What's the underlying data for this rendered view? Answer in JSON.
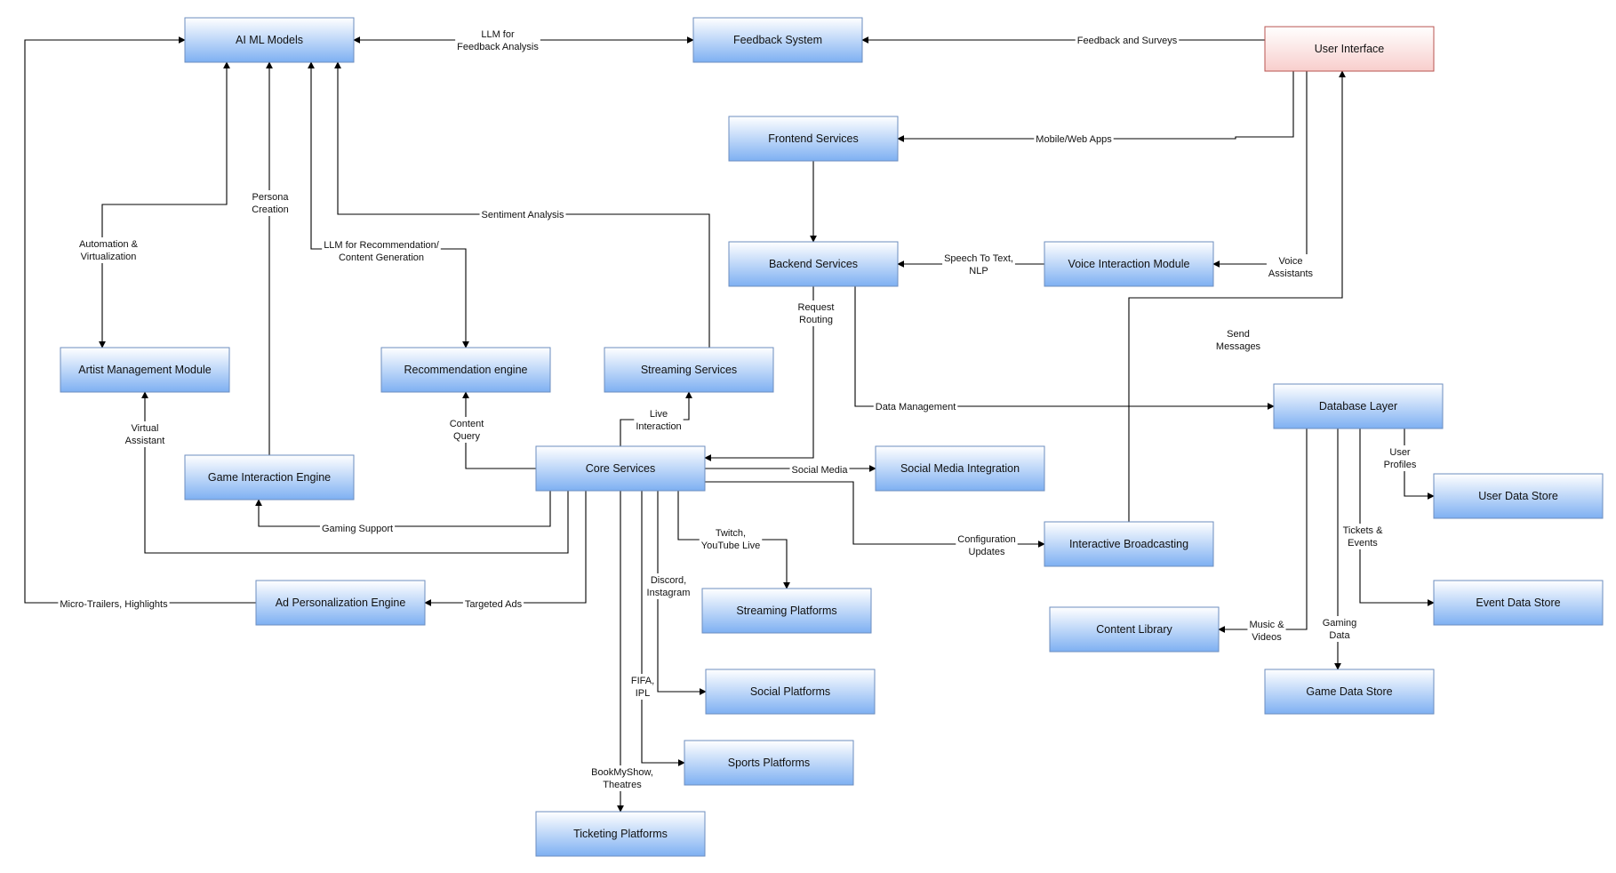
{
  "colors": {
    "node_top": "#ffffff",
    "node_bottom": "#7eb0f2",
    "node_stroke": "#6c8ebf",
    "highlight_top": "#ffffff",
    "highlight_bottom": "#f8cecc",
    "highlight_stroke": "#b85450",
    "edge": "#000000"
  },
  "nodes": {
    "ai_ml_models": "AI ML Models",
    "feedback_system": "Feedback System",
    "user_interface": "User Interface",
    "frontend_services": "Frontend Services",
    "backend_services": "Backend Services",
    "voice_interaction_module": "Voice Interaction Module",
    "artist_management_module": "Artist Management Module",
    "recommendation_engine": "Recommendation engine",
    "streaming_services": "Streaming Services",
    "database_layer": "Database Layer",
    "game_interaction_engine": "Game Interaction Engine",
    "core_services": "Core Services",
    "social_media_integration": "Social Media Integration",
    "user_data_store": "User Data Store",
    "interactive_broadcasting": "Interactive Broadcasting",
    "ad_personalization_engine": "Ad Personalization Engine",
    "streaming_platforms": "Streaming Platforms",
    "event_data_store": "Event Data Store",
    "content_library": "Content Library",
    "social_platforms": "Social Platforms",
    "game_data_store": "Game Data Store",
    "sports_platforms": "Sports Platforms",
    "ticketing_platforms": "Ticketing Platforms"
  },
  "edge_labels": {
    "llm_feedback": [
      "LLM for",
      "Feedback Analysis"
    ],
    "feedback_surveys": [
      "Feedback and Surveys"
    ],
    "mobile_web_apps": [
      "Mobile/Web Apps"
    ],
    "persona_creation": [
      "Persona",
      "Creation"
    ],
    "sentiment_analysis": [
      "Sentiment Analysis"
    ],
    "automation_virtualization": [
      "Automation &",
      "Virtualization"
    ],
    "llm_recommendation": [
      "LLM for Recommendation/",
      "Content Generation"
    ],
    "speech_to_text": [
      "Speech To Text,",
      "NLP"
    ],
    "voice_assistants": [
      "Voice",
      "Assistants"
    ],
    "request_routing": [
      "Request",
      "Routing"
    ],
    "send_messages": [
      "Send",
      "Messages"
    ],
    "data_management": [
      "Data Management"
    ],
    "virtual_assistant": [
      "Virtual",
      "Assistant"
    ],
    "content_query": [
      "Content",
      "Query"
    ],
    "live_interaction": [
      "Live",
      "Interaction"
    ],
    "user_profiles": [
      "User",
      "Profiles"
    ],
    "social_media": [
      "Social Media"
    ],
    "gaming_support": [
      "Gaming Support"
    ],
    "twitch_youtube": [
      "Twitch,",
      "YouTube Live"
    ],
    "tickets_events": [
      "Tickets &",
      "Events"
    ],
    "configuration_updates": [
      "Configuration",
      "Updates"
    ],
    "discord_instagram": [
      "Discord,",
      "Instagram"
    ],
    "micro_trailers": [
      "Micro-Trailers, Highlights"
    ],
    "targeted_ads": [
      "Targeted Ads"
    ],
    "music_videos": [
      "Music &",
      "Videos"
    ],
    "gaming_data": [
      "Gaming",
      "Data"
    ],
    "fifa_ipl": [
      "FIFA,",
      "IPL"
    ],
    "bookmyshow": [
      "BookMyShow,",
      "Theatres"
    ]
  }
}
